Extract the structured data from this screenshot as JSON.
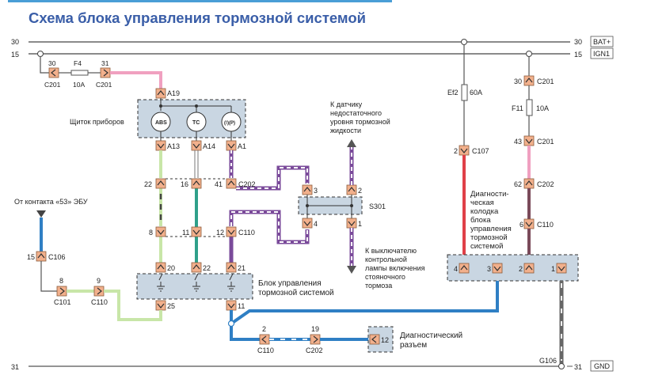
{
  "title": "Схема блока управления тормозной системой",
  "rails": {
    "r30": {
      "left_num": "30",
      "right_num": "30",
      "tag": "BAT+"
    },
    "r15": {
      "left_num": "15",
      "right_num": "15",
      "tag": "IGN1"
    },
    "r31": {
      "left_num": "31",
      "right_num": "31",
      "tag": "GND",
      "ground_label": "G106"
    }
  },
  "fuses": {
    "f4": {
      "name": "F4",
      "rating": "10A",
      "in_pin": "30",
      "in_conn": "C201",
      "out_pin": "31",
      "out_conn": "C201"
    },
    "ef2": {
      "name": "Ef2",
      "rating": "60A"
    },
    "f11": {
      "name": "F11",
      "rating": "10A"
    }
  },
  "cluster": {
    "label": "Щиток приборов",
    "top_pin": "A19",
    "lamps": [
      {
        "icon": "abs-warning-lamp",
        "text": "ABS",
        "pin": "A13"
      },
      {
        "icon": "traction-control-lamp",
        "text": "TC",
        "pin": "A14"
      },
      {
        "icon": "brake-warning-lamp",
        "text": "(!)(P)",
        "pin": "A1"
      }
    ]
  },
  "c202_row": {
    "pins": [
      "22",
      "16",
      "41"
    ],
    "conn": "C202"
  },
  "c110_row": {
    "pins": [
      "8",
      "11",
      "12"
    ],
    "conn": "C110"
  },
  "ebcm": {
    "label_line1": "Блок управления",
    "label_line2": "тормозной системой",
    "top_pins": [
      "20",
      "22",
      "21"
    ],
    "bottom_pins": [
      "25",
      "11"
    ]
  },
  "ecu_feed": {
    "label": "От контакта «53»  ЭБУ",
    "c106": {
      "pin": "15",
      "conn": "C106"
    },
    "c101": {
      "pin": "8",
      "conn": "C101"
    },
    "c110": {
      "pin": "9",
      "conn": "C110"
    }
  },
  "splice": {
    "name": "S301",
    "pins": [
      "3",
      "2",
      "4",
      "1"
    ],
    "up_label": [
      "К датчику",
      "недостаточного",
      "уровня тормозной",
      "жидкости"
    ],
    "down_label": [
      "К выключателю",
      "контрольной",
      "лампы включения",
      "стояночного",
      "тормоза"
    ]
  },
  "right_feed": {
    "c107": {
      "pin": "2",
      "conn": "C107"
    },
    "c201_top": {
      "pin": "30",
      "conn": "C201"
    },
    "c201_bot": {
      "pin": "43",
      "conn": "C201"
    },
    "c202": {
      "pin": "62",
      "conn": "C202"
    },
    "c110": {
      "pin": "6",
      "conn": "C110"
    }
  },
  "dlc": {
    "label": [
      "Диагности-",
      "ческая",
      "колодка",
      "блока",
      "управления",
      "тормозной",
      "системой"
    ],
    "pins": [
      "4",
      "3",
      "2",
      "1"
    ]
  },
  "diag_line": {
    "c110": {
      "pin": "2",
      "conn": "C110"
    },
    "c202": {
      "pin": "19",
      "conn": "C202"
    },
    "connector_pin": "12",
    "label_line1": "Диагностический",
    "label_line2": "разъем"
  },
  "colors": {
    "pink": "#f0a0c0",
    "light_green": "#c8e6a8",
    "teal": "#2fa08a",
    "purple": "#7a4a9a",
    "blue": "#2f7fc4",
    "red": "#e04048",
    "brown": "#7a4a5a",
    "terminal": "#f2b08c",
    "box_fill": "#c9d6e2"
  }
}
